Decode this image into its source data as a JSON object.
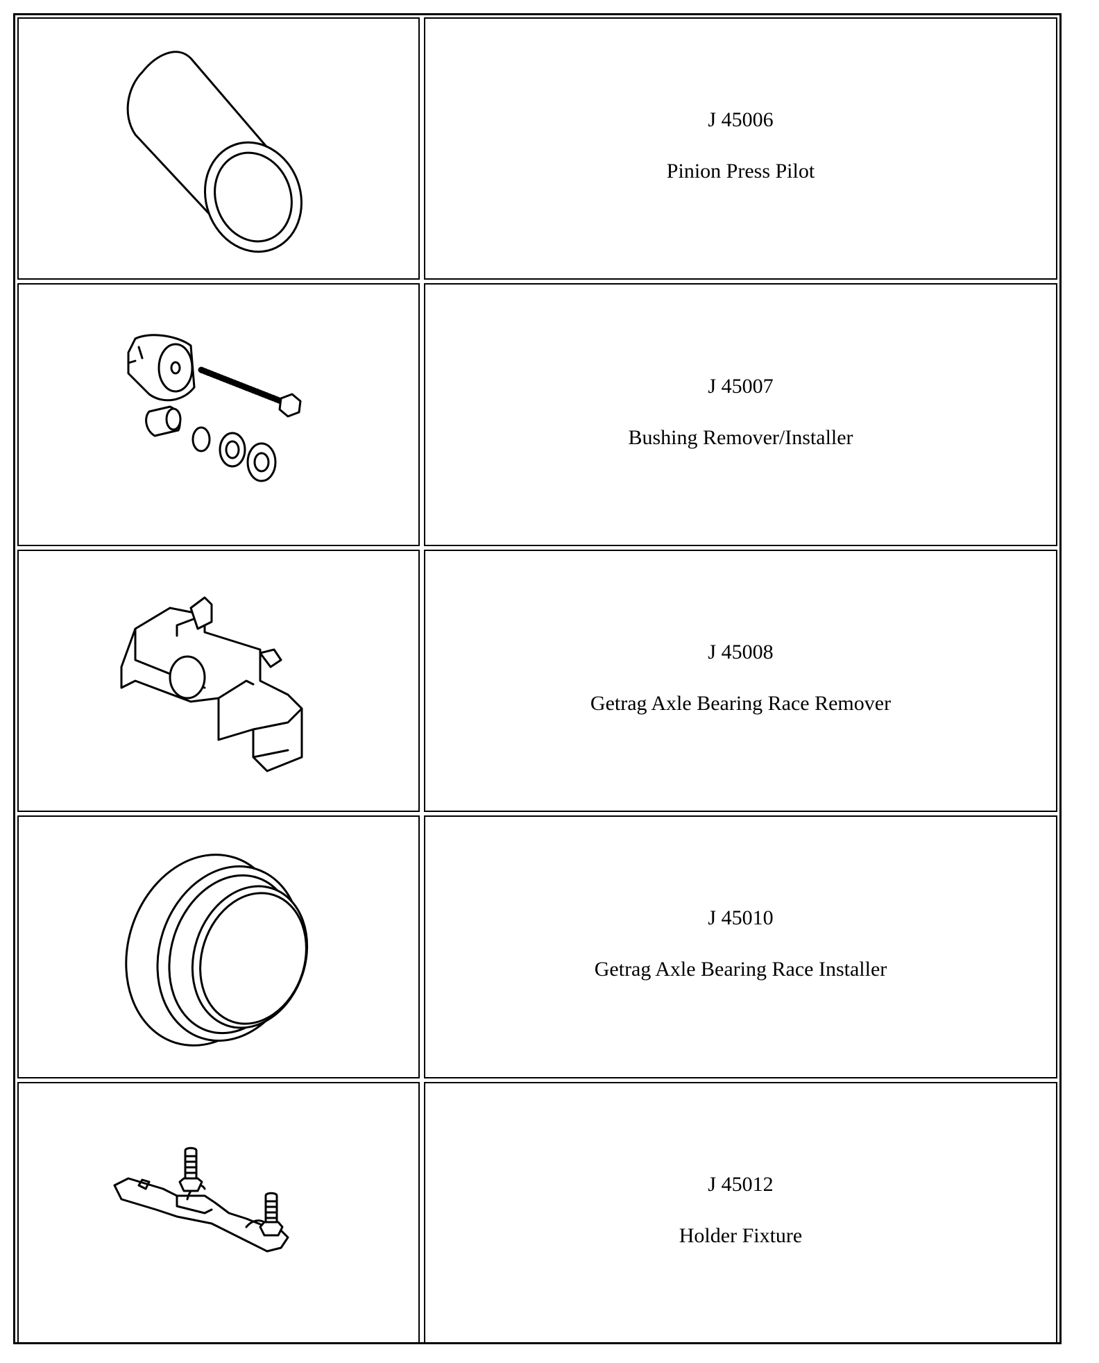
{
  "tools": [
    {
      "number": "J 45006",
      "name": "Pinion Press Pilot",
      "icon": "tube-icon"
    },
    {
      "number": "J 45007",
      "name": "Bushing Remover/Installer",
      "icon": "bushing-kit-icon"
    },
    {
      "number": "J 45008",
      "name": "Getrag Axle Bearing Race Remover",
      "icon": "race-remover-icon"
    },
    {
      "number": "J 45010",
      "name": "Getrag Axle Bearing Race Installer",
      "icon": "race-installer-icon"
    },
    {
      "number": "J 45012",
      "name": "Holder Fixture",
      "icon": "holder-fixture-icon"
    }
  ]
}
